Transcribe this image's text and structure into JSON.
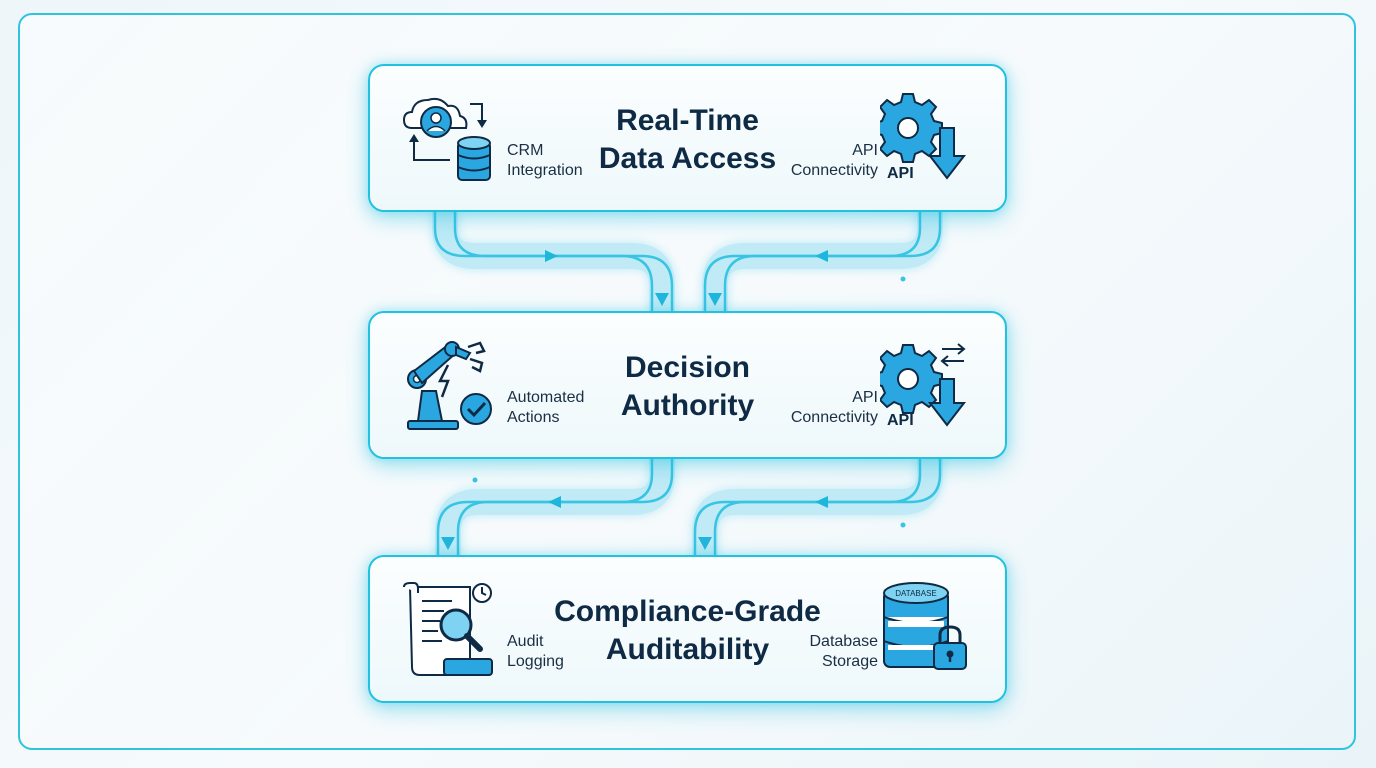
{
  "stages": [
    {
      "title_lines": [
        "Real-Time",
        "Data Access"
      ],
      "left_label": [
        "CRM",
        "Integration"
      ],
      "right_label": [
        "API",
        "Connectivity"
      ],
      "left_icon": "cloud-crm-database-icon",
      "right_icon": "api-gear-download-icon",
      "right_icon_text": "API"
    },
    {
      "title_lines": [
        "Decision",
        "Authority"
      ],
      "left_label": [
        "Automated",
        "Actions"
      ],
      "right_label": [
        "API",
        "Connectivity"
      ],
      "left_icon": "robotic-arm-check-icon",
      "right_icon": "api-gear-sync-icon",
      "right_icon_text": "API"
    },
    {
      "title_lines": [
        "Compliance-Grade",
        "Auditability"
      ],
      "left_label": [
        "Audit",
        "Logging"
      ],
      "right_label": [
        "Database",
        "Storage"
      ],
      "left_icon": "audit-document-magnifier-icon",
      "right_icon": "database-lock-icon",
      "right_icon_text": "DATABASE"
    }
  ],
  "colors": {
    "accent": "#21c1e0",
    "icon_fill": "#2aa7e0",
    "outline": "#0f2a44",
    "text": "#0f2a44"
  }
}
